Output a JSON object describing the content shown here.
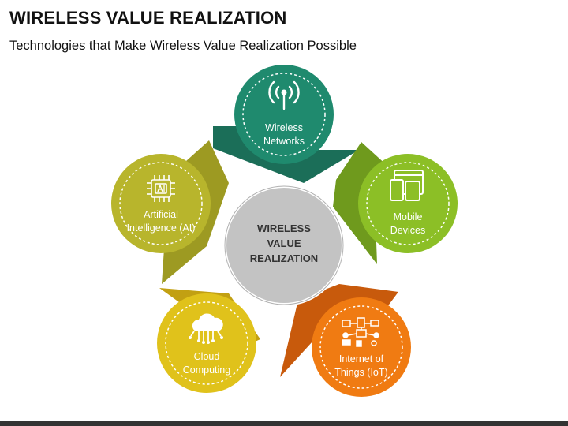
{
  "slide": {
    "title": "WIRELESS VALUE REALIZATION",
    "subtitle": "Technologies that Make Wireless Value Realization Possible"
  },
  "center": {
    "lines": [
      "WIRELESS",
      "VALUE",
      "REALIZATION"
    ]
  },
  "nodes": [
    {
      "id": "wireless-networks",
      "lines": [
        "Wireless",
        "Networks"
      ],
      "icon": "antenna-icon",
      "color": "#1f8a6e",
      "dark": "#1b6e58"
    },
    {
      "id": "mobile-devices",
      "lines": [
        "Mobile",
        "Devices"
      ],
      "icon": "mobile-devices-icon",
      "color": "#8cbf26",
      "dark": "#6f9a1d"
    },
    {
      "id": "internet-of-things",
      "lines": [
        "Internet of",
        "Things (IoT)"
      ],
      "icon": "iot-icon",
      "color": "#f07b12",
      "dark": "#c85a0c"
    },
    {
      "id": "cloud-computing",
      "lines": [
        "Cloud",
        "Computing"
      ],
      "icon": "cloud-icon",
      "color": "#e0c21b",
      "dark": "#c2a012"
    },
    {
      "id": "artificial-intelligence",
      "lines": [
        "Artificial",
        "Intelligence (AI)"
      ],
      "icon": "ai-chip-icon",
      "color": "#b8b52c",
      "dark": "#9d9a22"
    }
  ]
}
